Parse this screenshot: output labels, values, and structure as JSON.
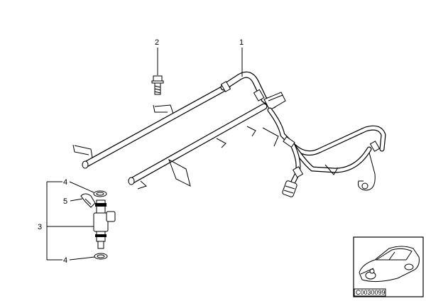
{
  "callouts": {
    "c1": "1",
    "c2": "2",
    "c3": "3",
    "c4a": "4",
    "c4b": "4",
    "c5": "5"
  },
  "thumbnail": {
    "code": "C0030099"
  }
}
